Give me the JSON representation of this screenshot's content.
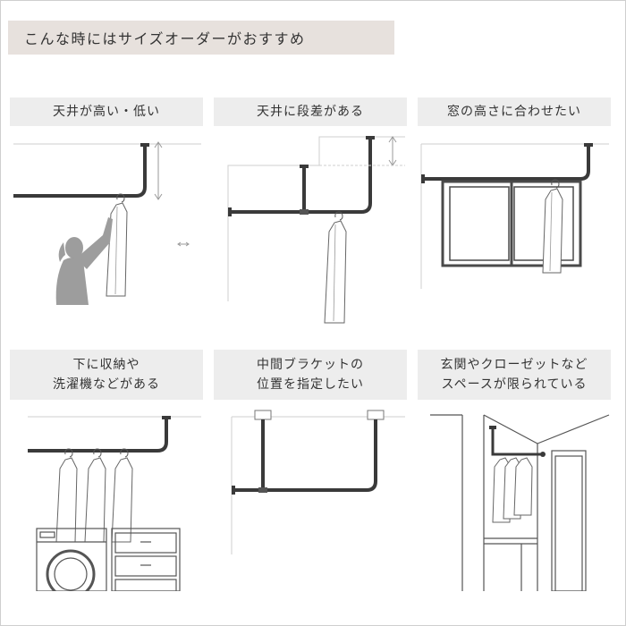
{
  "header": {
    "title": "こんな時にはサイズオーダーがおすすめ"
  },
  "cases": [
    {
      "label": "天井が高い・低い"
    },
    {
      "label": "天井に段差がある"
    },
    {
      "label": "窓の高さに合わせたい"
    },
    {
      "label_lines": [
        "下に収納や",
        "洗濯機などがある"
      ]
    },
    {
      "label_lines": [
        "中間ブラケットの",
        "位置を指定したい"
      ]
    },
    {
      "label_lines": [
        "玄関やクローゼットなど",
        "スペースが限られている"
      ]
    }
  ],
  "colors": {
    "header_bg": "#e7e1dd",
    "label_bg": "#ededed",
    "pipe": "#3a3a3a",
    "person": "#9d9d9d"
  }
}
